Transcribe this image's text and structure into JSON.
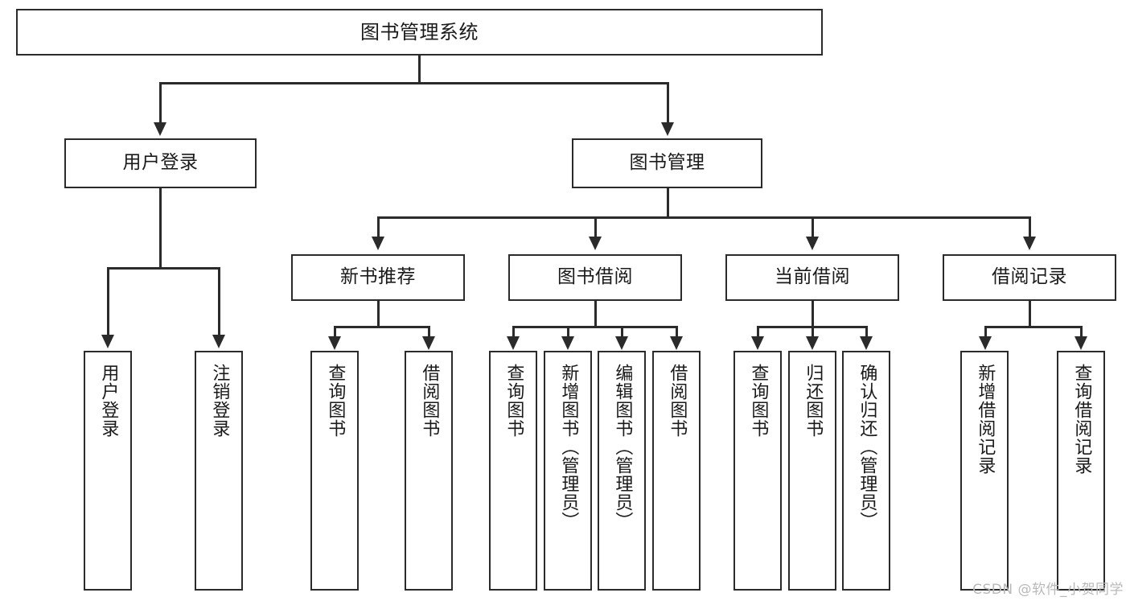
{
  "diagram": {
    "title_box": {
      "label": "图书管理系统"
    },
    "level2": [
      {
        "id": "user-login",
        "label": "用户登录"
      },
      {
        "id": "book-management",
        "label": "图书管理"
      }
    ],
    "level3": [
      {
        "id": "new-book-recommend",
        "label": "新书推荐"
      },
      {
        "id": "book-borrow",
        "label": "图书借阅"
      },
      {
        "id": "current-borrow",
        "label": "当前借阅"
      },
      {
        "id": "borrow-record",
        "label": "借阅记录"
      }
    ],
    "leaves": {
      "user_login": [
        {
          "id": "leaf-user-login",
          "label": "用户登录"
        },
        {
          "id": "leaf-logout-login",
          "label": "注销登录"
        }
      ],
      "new_book_recommend": [
        {
          "id": "leaf-query-book-1",
          "label": "查询图书"
        },
        {
          "id": "leaf-borrow-book-1",
          "label": "借阅图书"
        }
      ],
      "book_borrow": [
        {
          "id": "leaf-query-book-2",
          "label": "查询图书"
        },
        {
          "id": "leaf-add-book",
          "label": "新增图书（管理员）"
        },
        {
          "id": "leaf-edit-book",
          "label": "编辑图书（管理员）"
        },
        {
          "id": "leaf-borrow-book-2",
          "label": "借阅图书"
        }
      ],
      "current_borrow": [
        {
          "id": "leaf-query-book-3",
          "label": "查询图书"
        },
        {
          "id": "leaf-return-book",
          "label": "归还图书"
        },
        {
          "id": "leaf-confirm-return",
          "label": "确认归还（管理员）"
        }
      ],
      "borrow_record": [
        {
          "id": "leaf-add-record",
          "label": "新增借阅记录"
        },
        {
          "id": "leaf-query-record",
          "label": "查询借阅记录"
        }
      ]
    }
  },
  "watermark": {
    "text": "CSDN @软件_小贺同学"
  },
  "colors": {
    "line": "#2b2b2b",
    "box_fill": "#ffffff",
    "text": "#1a1a1a",
    "watermark": "#b9b9b9"
  }
}
